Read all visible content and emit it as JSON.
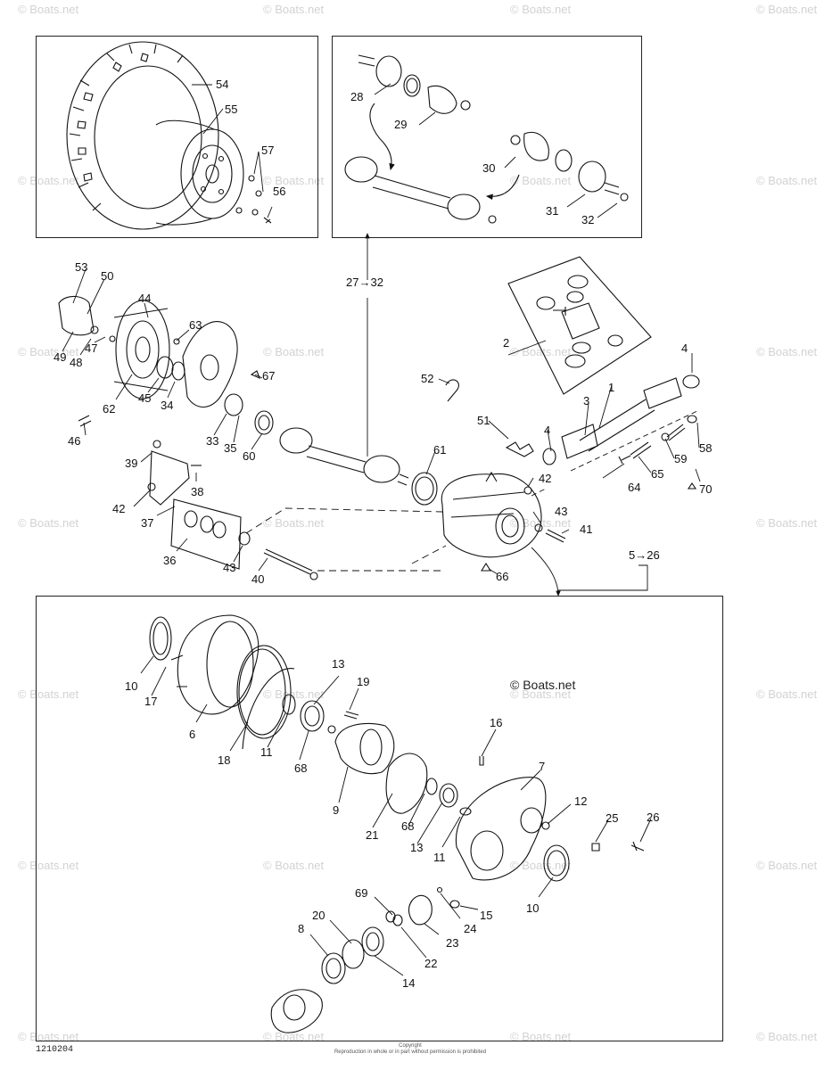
{
  "watermark_text": "© Boats.net",
  "copyright_mark": "© Boats.net",
  "drawing_code": "1210204",
  "footer": {
    "line1": "Copyright",
    "line2": "Reproduction in whole or in part without permission is prohibited"
  },
  "callouts": {
    "c1": "1",
    "c2": "2",
    "c3": "3",
    "c4a": "4",
    "c4b": "4",
    "c5_26": "5→26",
    "c6": "6",
    "c7": "7",
    "c8": "8",
    "c9": "9",
    "c10a": "10",
    "c10b": "10",
    "c11a": "11",
    "c11b": "11",
    "c12": "12",
    "c13a": "13",
    "c13b": "13",
    "c14": "14",
    "c15": "15",
    "c16": "16",
    "c17": "17",
    "c18": "18",
    "c19": "19",
    "c20": "20",
    "c21": "21",
    "c22": "22",
    "c23": "23",
    "c24": "24",
    "c25": "25",
    "c26": "26",
    "c27_32": "27→32",
    "c28": "28",
    "c29": "29",
    "c30": "30",
    "c31": "31",
    "c32": "32",
    "c33": "33",
    "c34": "34",
    "c35": "35",
    "c36": "36",
    "c37": "37",
    "c38": "38",
    "c39": "39",
    "c40": "40",
    "c41": "41",
    "c42a": "42",
    "c42b": "42",
    "c43a": "43",
    "c43b": "43",
    "c44": "44",
    "c45": "45",
    "c46": "46",
    "c47": "47",
    "c48": "48",
    "c49": "49",
    "c50": "50",
    "c51": "51",
    "c52": "52",
    "c53": "53",
    "c54": "54",
    "c55": "55",
    "c56": "56",
    "c57": "57",
    "c58": "58",
    "c59": "59",
    "c60": "60",
    "c61": "61",
    "c62": "62",
    "c63": "63",
    "c64": "64",
    "c65": "65",
    "c66": "66",
    "c67": "67",
    "c68a": "68",
    "c68b": "68",
    "c69": "69",
    "c70": "70"
  }
}
